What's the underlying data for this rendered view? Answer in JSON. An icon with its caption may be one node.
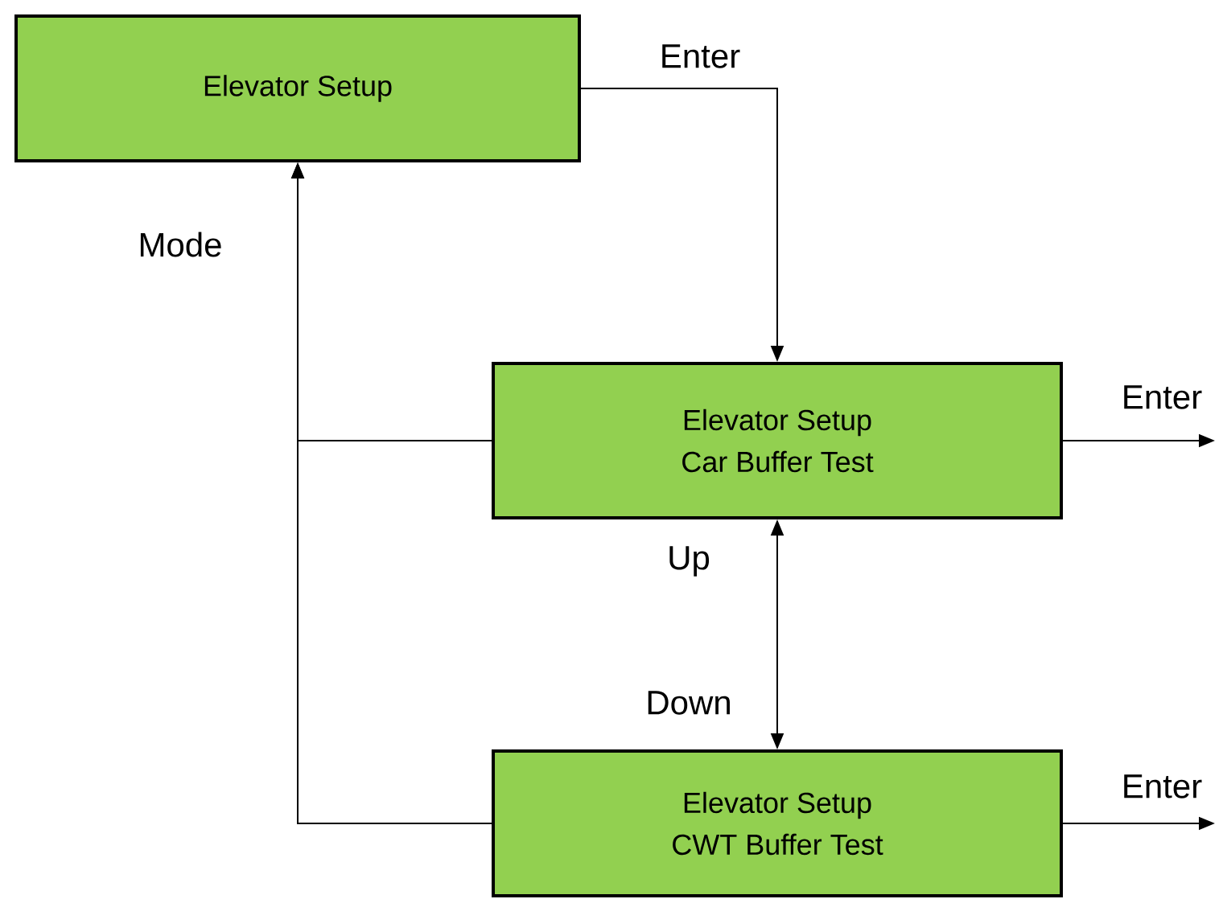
{
  "diagram": {
    "nodes": [
      {
        "text": [
          "Elevator Setup"
        ]
      },
      {
        "text": [
          "Elevator Setup",
          "Car Buffer Test"
        ]
      },
      {
        "text": [
          "Elevator Setup",
          "CWT Buffer Test"
        ]
      }
    ],
    "edges": [
      {
        "from": 0,
        "to": 1,
        "arrow": "to",
        "label": "Enter"
      },
      {
        "from": 1,
        "to": null,
        "arrow": "to",
        "label": "Enter"
      },
      {
        "from": 1,
        "to": 2,
        "arrow": "both"
      },
      {
        "from": 2,
        "to": null,
        "arrow": "to",
        "label": "Enter"
      },
      {
        "from": 1,
        "to": 0,
        "arrow": "to",
        "label": "Mode"
      },
      {
        "from": 2,
        "to": 0,
        "arrow": "to"
      }
    ],
    "labels": [
      "Up",
      "Down"
    ]
  }
}
